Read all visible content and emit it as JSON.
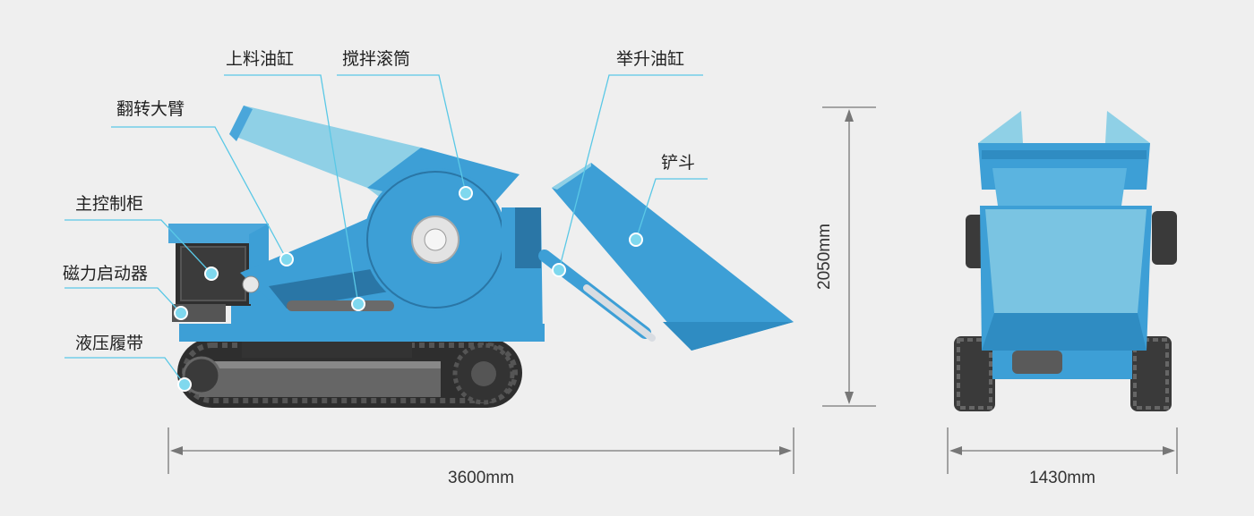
{
  "labels": {
    "flip_arm": "翻转大臂",
    "feed_cylinder": "上料油缸",
    "mixing_drum": "搅拌滚筒",
    "lift_cylinder": "举升油缸",
    "bucket": "铲斗",
    "main_cabinet": "主控制柜",
    "magnetic_starter": "磁力启动器",
    "hydraulic_track": "液压履带"
  },
  "dimensions": {
    "length": "3600mm",
    "height": "2050mm",
    "width": "1430mm"
  },
  "colors": {
    "body_blue": "#3d9fd6",
    "light_blue": "#8fd0e6",
    "dark_frame": "#2a76a6",
    "track": "#3a3a3a",
    "leader": "#5ac8e6"
  }
}
